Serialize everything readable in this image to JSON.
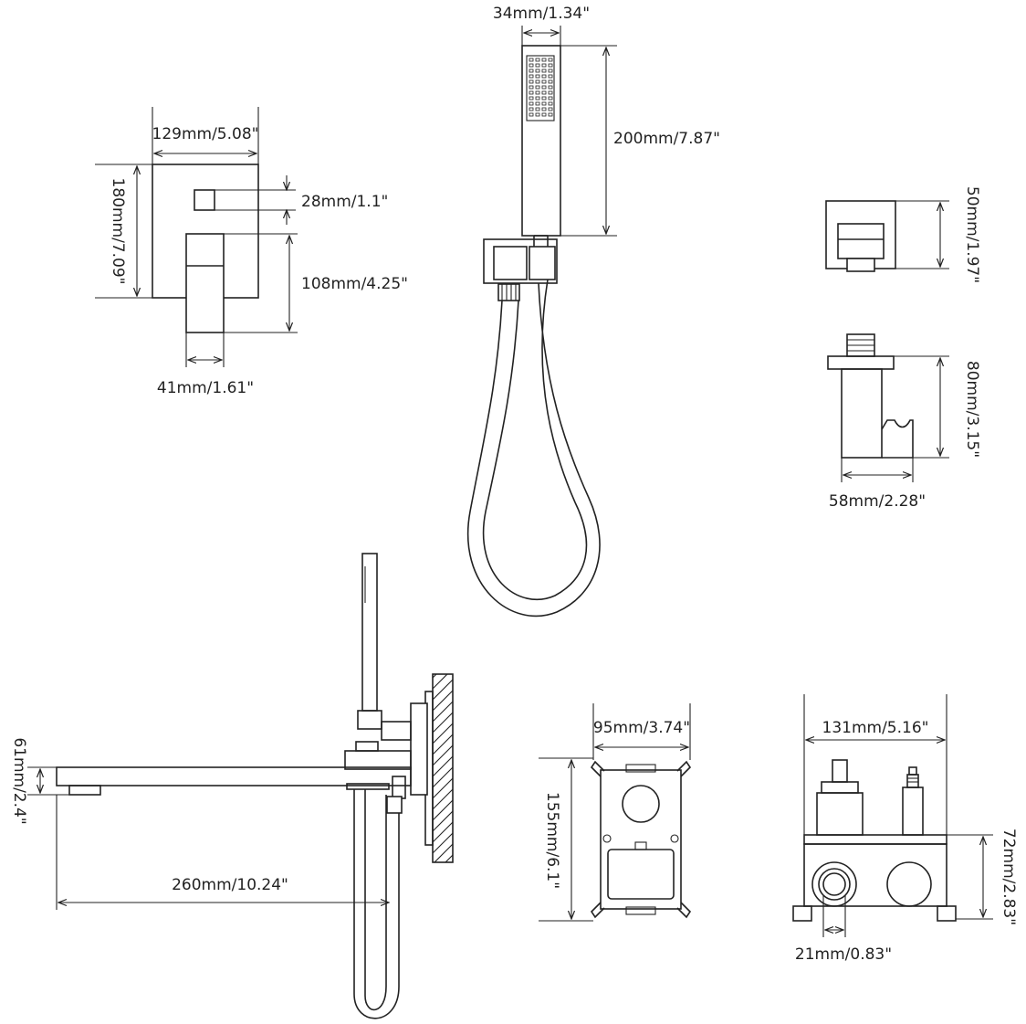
{
  "dimensions": {
    "panel_width": "129mm/5.08\"",
    "panel_height": "180mm/7.09\"",
    "knob_top": "28mm/1.1\"",
    "lever_height": "108mm/4.25\"",
    "lever_width": "41mm/1.61\"",
    "handshower_width": "34mm/1.34\"",
    "handshower_length": "200mm/7.87\"",
    "elbow_height": "50mm/1.97\"",
    "holder_height": "80mm/3.15\"",
    "holder_width": "58mm/2.28\"",
    "spout_height": "61mm/2.4\"",
    "spout_length": "260mm/10.24\"",
    "box_width": "95mm/3.74\"",
    "box_height": "155mm/6.1\"",
    "valve_width": "131mm/5.16\"",
    "valve_height": "72mm/2.83\"",
    "port_diameter": "21mm/0.83\""
  },
  "colors": {
    "line": "#222222",
    "background": "#ffffff"
  }
}
